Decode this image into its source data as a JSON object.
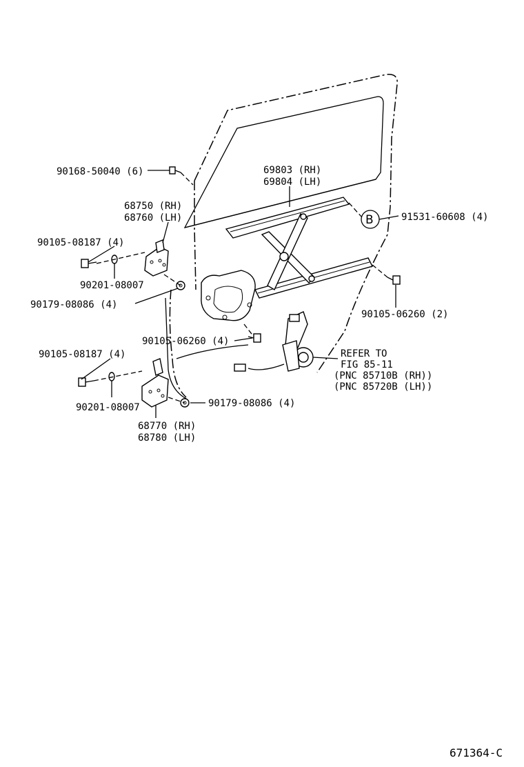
{
  "labels": {
    "bolt_top": "90168-50040 (6)",
    "regulator_rh": "69803 (RH)",
    "regulator_lh": "69804 (LH)",
    "upper_hinge_rh": "68750 (RH)",
    "upper_hinge_lh": "68760 (LH)",
    "bolt_right": "91531-60608 (4)",
    "ref_b": "B",
    "bolt_upper_left": "90105-08187 (4)",
    "washer_upper": "90201-08007",
    "nut_upper": "90179-08086 (4)",
    "bolt_right_lower": "90105-06260 (2)",
    "bolt_center": "90105-06260 (4)",
    "refer_line1": "REFER TO",
    "refer_line2": "FIG 85-11",
    "refer_line3": "(PNC 85710B (RH))",
    "refer_line4": "(PNC 85720B (LH))",
    "bolt_lower_left": "90105-08187 (4)",
    "washer_lower": "90201-08007",
    "nut_lower": "90179-08086 (4)",
    "lower_hinge_rh": "68770 (RH)",
    "lower_hinge_lh": "68780 (LH)",
    "figure_id": "671364-C"
  }
}
